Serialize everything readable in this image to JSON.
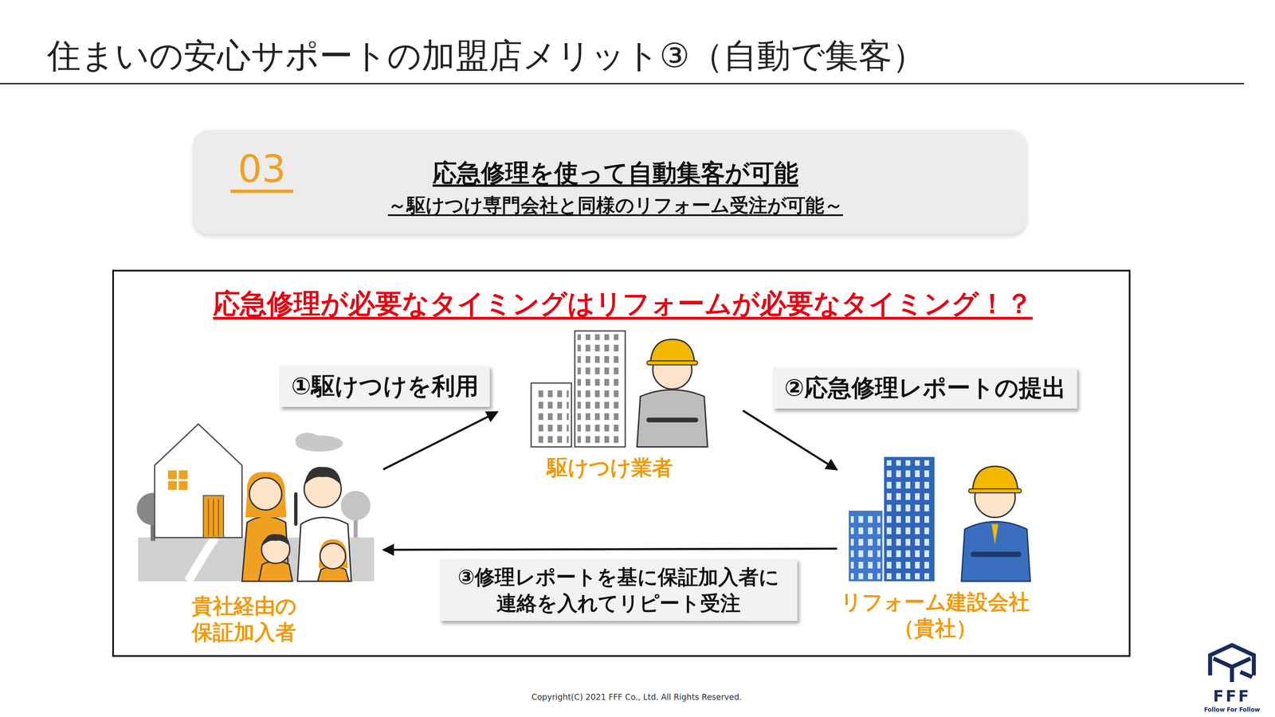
{
  "diagram": {
    "title": "住まいの安心サポートの加盟店メリット③（自動で集客）",
    "nodes": [
      {
        "text": [
          "03",
          "応急修理を使って自動集客が可能",
          "～駆けつけ専門会社と同様のリフォーム受注が可能～"
        ]
      },
      {
        "text": [
          "応急修理が必要なタイミングはリフォームが必要なタイミング！？"
        ]
      },
      {
        "text": [
          "貴社経由の 保証加入者"
        ],
        "in": 1
      },
      {
        "text": [
          "駆けつけ業者"
        ],
        "in": 1
      },
      {
        "text": [
          "リフォーム建設会社 （貴社）"
        ],
        "in": 1
      }
    ],
    "edges": [
      {
        "from": 2,
        "to": 3,
        "arrow": "to",
        "label": "①駆けつけを利用"
      },
      {
        "from": 3,
        "to": 4,
        "arrow": "to",
        "label": "②応急修理レポートの提出"
      },
      {
        "from": 4,
        "to": 2,
        "arrow": "to",
        "label": "③修理レポートを基に保証加入者に 連絡を入れてリピート受注"
      }
    ],
    "labels": [
      "Copyright(C) 2021 FFF Co., Ltd. All Rights Reserved.",
      "FFF",
      "Follow For Follow"
    ]
  }
}
